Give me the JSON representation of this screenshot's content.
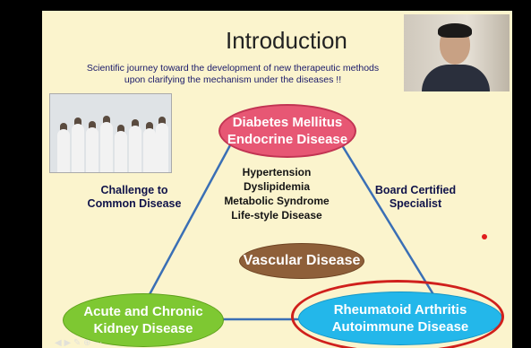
{
  "slide": {
    "title": "Introduction",
    "subtitle_line1": "Scientific journey toward the development of new therapeutic methods",
    "subtitle_line2": "upon clarifying the mechanism under the diseases !!",
    "left_label": {
      "line1": "Challenge to",
      "line2": "Common Disease"
    },
    "right_label": {
      "line1": "Board Certified",
      "line2": "Specialist"
    },
    "center_items": [
      "Hypertension",
      "Dyslipidemia",
      "Metabolic Syndrome",
      "Life-style Disease"
    ],
    "diabetes": {
      "line1": "Diabetes Mellitus",
      "line2": "Endocrine Disease",
      "color": "#e75774"
    },
    "vascular": {
      "text": "Vascular Disease",
      "color": "#8e5f39"
    },
    "kidney": {
      "line1": "Acute and Chronic",
      "line2": "Kidney Disease",
      "color": "#7ec832"
    },
    "rheum": {
      "line1": "Rheumatoid Arthritis",
      "line2": "Autoimmune Disease",
      "color": "#23b7ea"
    },
    "highlight_color": "#d0201c"
  },
  "toolbar": {
    "icons": [
      "prev-icon",
      "next-icon",
      "pen-icon",
      "zoom-icon",
      "menu-icon"
    ]
  }
}
